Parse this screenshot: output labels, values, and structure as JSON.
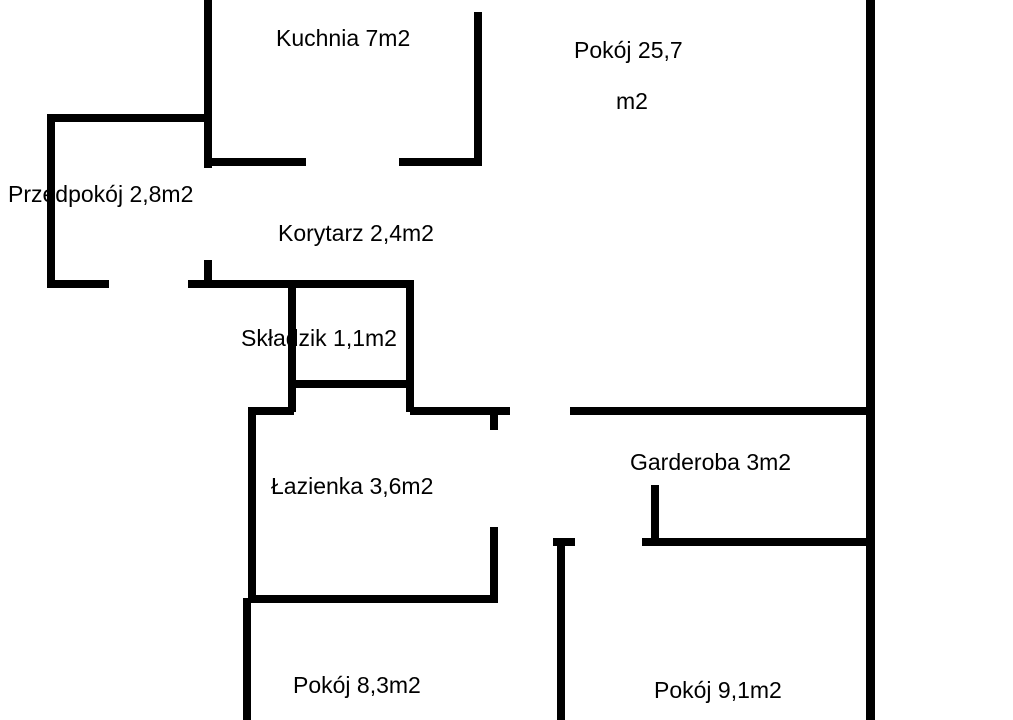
{
  "colors": {
    "wall": "#000000",
    "background": "#ffffff",
    "text": "#000000"
  },
  "rooms": {
    "kuchnia": "Kuchnia 7m2",
    "pokoj_main_line1": "Pokój 25,7",
    "pokoj_main_line2": "m2",
    "przedpokoj": "Przedpokój 2,8m2",
    "korytarz": "Korytarz 2,4m2",
    "skladzik": "Składzik 1,1m2",
    "lazienka": "Łazienka 3,6m2",
    "garderoba": "Garderoba 3m2",
    "pokoj_small_left": "Pokój 8,3m2",
    "pokoj_small_right": "Pokój 9,1m2"
  }
}
